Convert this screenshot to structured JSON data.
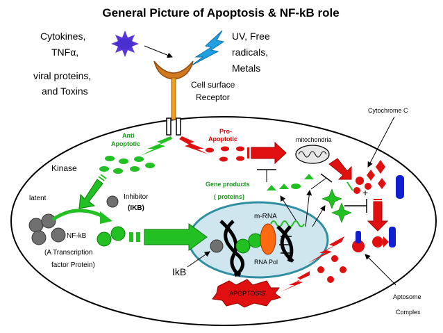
{
  "title": "General Picture of Apoptosis & NF-kB role",
  "stimuli_left": {
    "line1": "Cytokines,",
    "line2": "TNFα,",
    "line3": "viral proteins,",
    "line4": "and Toxins"
  },
  "stimuli_right": {
    "line1": "UV, Free",
    "line2": "radicals,",
    "line3": "Metals"
  },
  "receptor_label": {
    "line1": "Cell surface",
    "line2": "Receptor"
  },
  "anti_apoptotic": {
    "line1": "Anti",
    "line2": "Apoptotic"
  },
  "pro_apoptotic": {
    "line1": "Pro-",
    "line2": "Apoptotic"
  },
  "cytochrome_label": "Cytochrome C",
  "mitochondria_label": "mitochondria",
  "kinase_label": "Kinase",
  "gene_products": {
    "line1": "Gene products",
    "line2": "( proteins)"
  },
  "latent_label": "latent",
  "inhibitor_label": {
    "line1": "Inhibitor",
    "line2": "(IKB)"
  },
  "nfkb_label": "NF-kB",
  "transcription_factor": {
    "line1": "(A  Transcription",
    "line2": "factor Protein)"
  },
  "mrna_label": "m-RNA",
  "rna_pol_label": "RNA Pol",
  "ikb_label": "IkB",
  "apoptosis_label": "APOPTOSIS",
  "aptosome_label": {
    "line1": "Aptosome",
    "line2": "Complex"
  },
  "plus_sign": "+",
  "colors": {
    "green": "#22c022",
    "red": "#e01010",
    "blue": "#1020d0",
    "orange": "#ff6a10",
    "gray": "#707070",
    "receptor": "#d07820",
    "stalk": "#f0a020",
    "nucleus": "#cfe6ee",
    "nucleus_stroke": "#2f8fa0",
    "purple": "#5a38d8",
    "bolt_blue": "#20a0e0"
  }
}
